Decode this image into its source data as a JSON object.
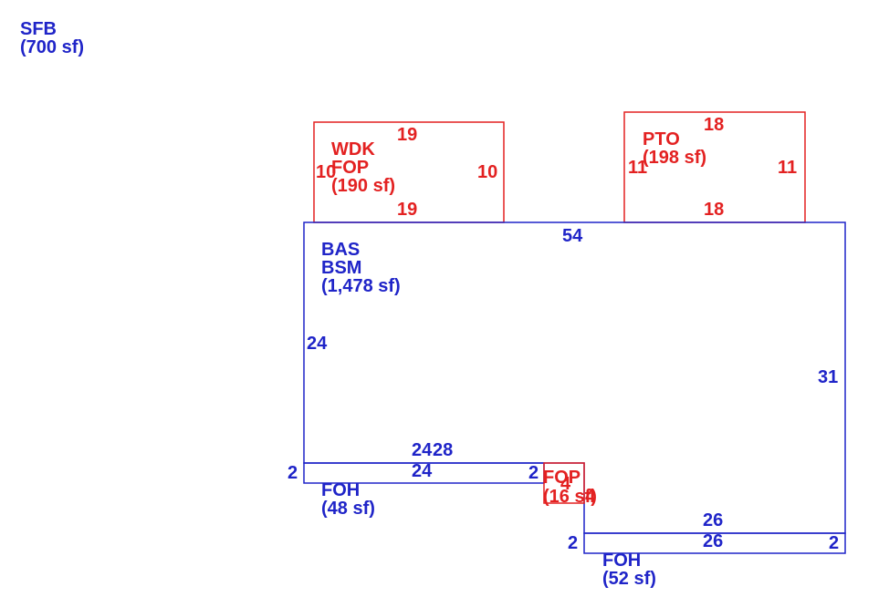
{
  "colors": {
    "blue": "#1f24c8",
    "red": "#e32121"
  },
  "sfb": {
    "code": "SFB",
    "area": "(700 sf)"
  },
  "wdk": {
    "code1": "WDK",
    "code2": "FOP",
    "area": "(190 sf)",
    "top": "19",
    "bottom": "19",
    "left": "10",
    "right": "10"
  },
  "pto": {
    "code": "PTO",
    "area": "(198 sf)",
    "top": "18",
    "bottom": "18",
    "left": "11",
    "right": "11"
  },
  "bas": {
    "code1": "BAS",
    "code2": "BSM",
    "area": "(1,478 sf)",
    "top": "54",
    "left": "24",
    "right": "31",
    "inner1": "24",
    "inner2": "28"
  },
  "foh1": {
    "code": "FOH",
    "area": "(48 sf)",
    "top": "24",
    "left": "2",
    "right": "2"
  },
  "fop_small": {
    "code": "FOP",
    "area": "(16 sf)",
    "side1": "4",
    "side2": "4"
  },
  "foh2": {
    "code": "FOH",
    "area": "(52 sf)",
    "top": "26",
    "bottom": "26",
    "left": "2",
    "right": "2"
  }
}
